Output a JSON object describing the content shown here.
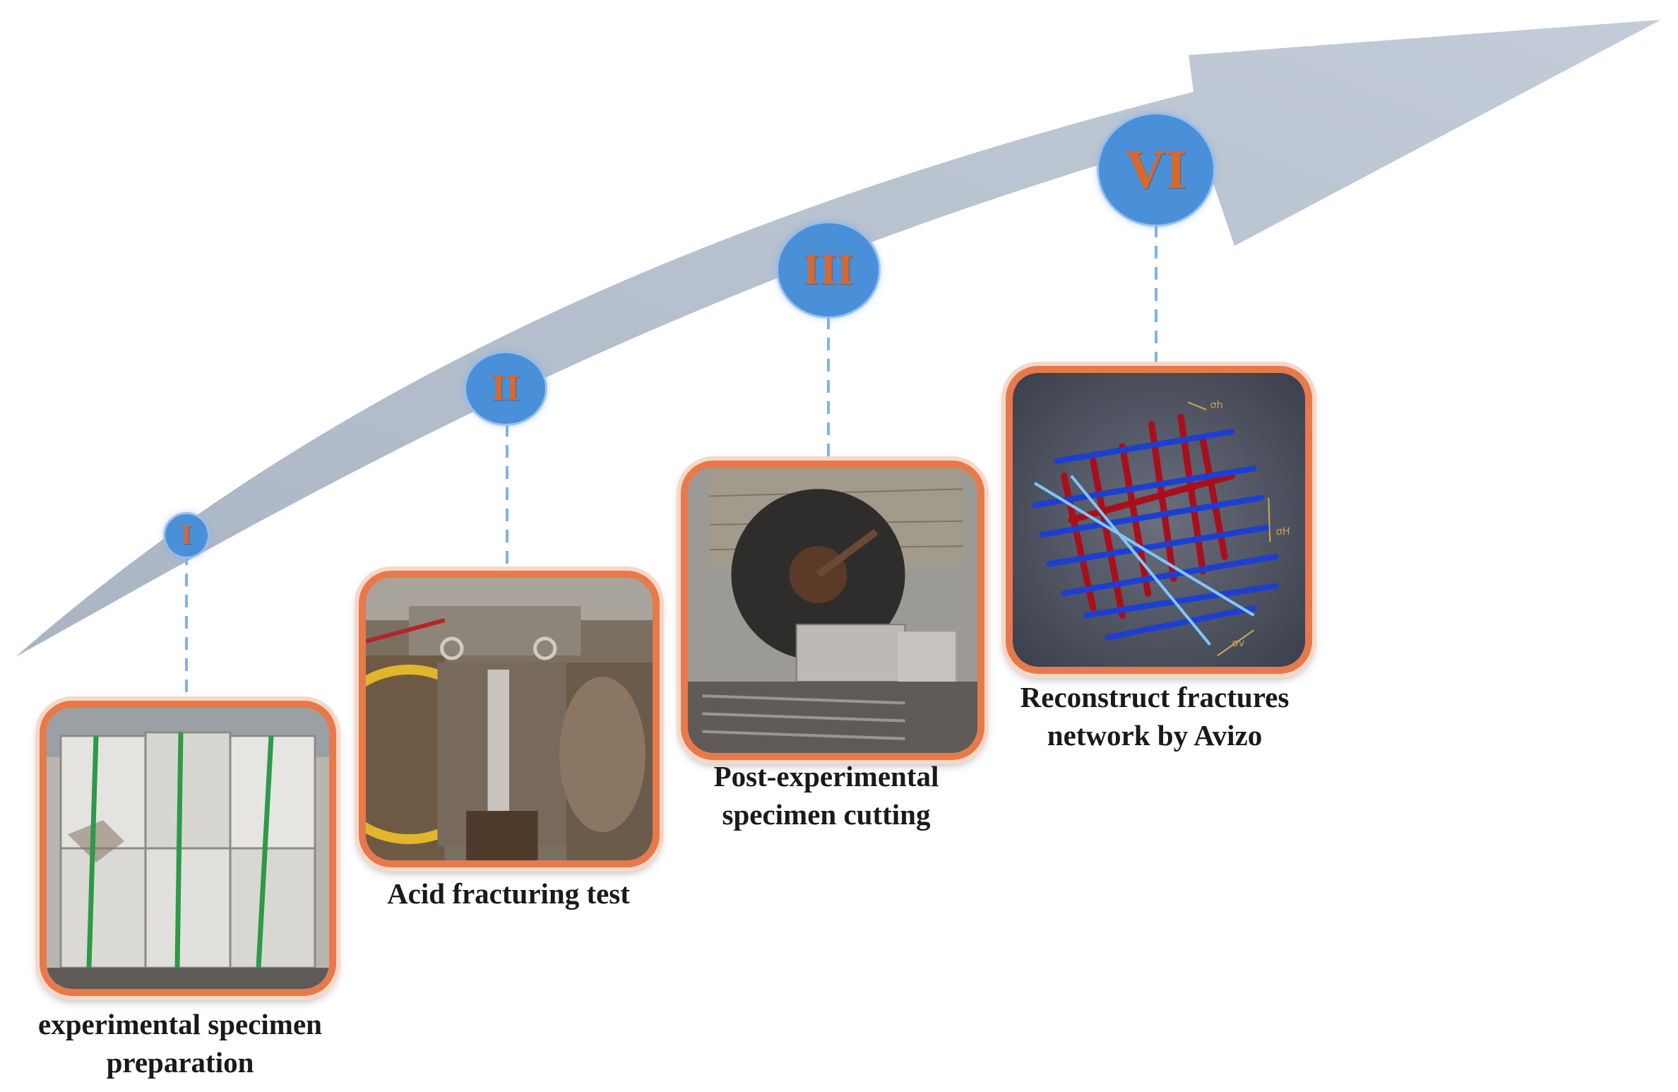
{
  "colors": {
    "arrow": "#b7c1ce",
    "node": "#4a90d9",
    "numeral": "#d8692e",
    "frame": "#e8794a",
    "dashed_line": "#7fb2e6"
  },
  "stages": [
    {
      "numeral": "I",
      "caption": [
        "experimental specimen",
        "preparation"
      ],
      "photo": "bundled-rock-blocks-photo"
    },
    {
      "numeral": "II",
      "caption": [
        "Acid fracturing test"
      ],
      "photo": "fracturing-rig-photo"
    },
    {
      "numeral": "III",
      "caption": [
        "Post-experimental",
        "specimen cutting"
      ],
      "photo": "saw-cutting-photo"
    },
    {
      "numeral": "VI",
      "caption": [
        "Reconstruct fractures",
        "network by Avizo"
      ],
      "photo": "avizo-fracture-render"
    }
  ],
  "render_labels": {
    "sigma_h": "σh",
    "sigma_H": "σH",
    "sigma_v": "σv"
  }
}
